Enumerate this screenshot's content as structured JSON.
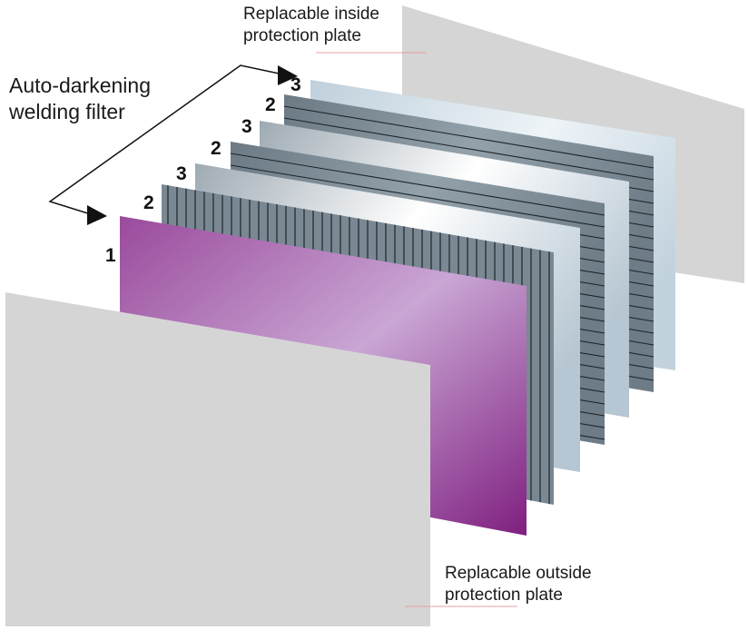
{
  "labels": {
    "inside_plate": {
      "line1": "Replacable inside",
      "line2": "protection plate"
    },
    "outside_plate": {
      "line1": "Replacable outside",
      "line2": "protection plate"
    },
    "filter": {
      "line1": "Auto-darkening",
      "line2": "welding filter"
    }
  },
  "layer_numbers": [
    "1",
    "2",
    "3",
    "2",
    "3",
    "2",
    "3"
  ],
  "colors": {
    "protection_plate": "#d5d5d5",
    "lcd_purple_dark": "#8a2c8a",
    "lcd_purple_light": "#c9a6d4",
    "glass_blue": "#c9d8e3",
    "polarizer_gray": "#7a8893",
    "leader_line": "#e8a0a0"
  }
}
